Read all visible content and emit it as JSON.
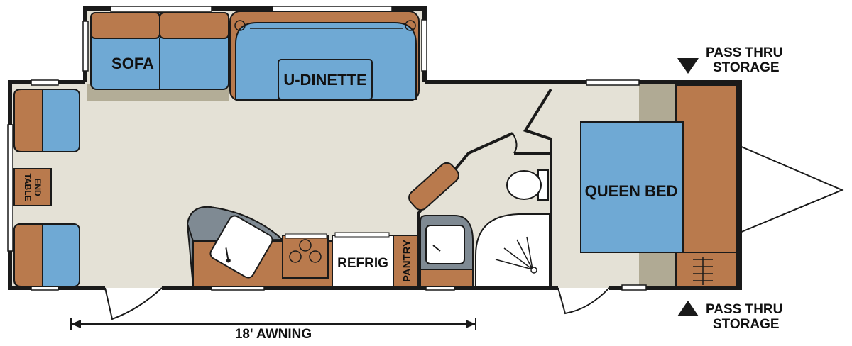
{
  "labels": {
    "sofa": "SOFA",
    "u_dinette": "U-DINETTE",
    "end_table_line1": "END",
    "end_table_line2": "TABLE",
    "refrig": "REFRIG",
    "pantry": "PANTRY",
    "queen_bed": "QUEEN BED",
    "pass_thru_top_line1": "PASS THRU",
    "pass_thru_top_line2": "STORAGE",
    "pass_thru_bottom_line1": "PASS THRU",
    "pass_thru_bottom_line2": "STORAGE",
    "awning": "18' AWNING"
  },
  "colors": {
    "floor": "#e4e1d6",
    "cushion_blue": "#6fa9d4",
    "wood_brown": "#b97a4d",
    "wall": "#1a1a1a",
    "counter_gray": "#7f8a93",
    "wardrobe_tan": "#b0aa94"
  }
}
